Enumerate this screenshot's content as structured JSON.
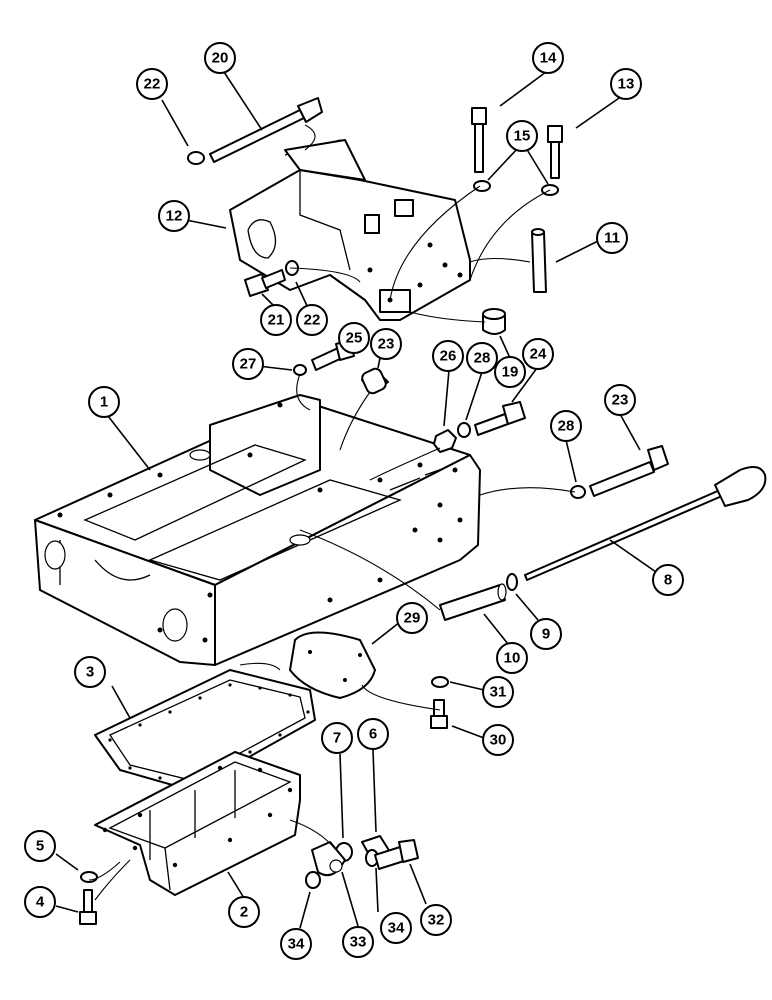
{
  "diagram": {
    "callouts": [
      {
        "id": "c1",
        "label": "1"
      },
      {
        "id": "c2",
        "label": "2"
      },
      {
        "id": "c3",
        "label": "3"
      },
      {
        "id": "c4",
        "label": "4"
      },
      {
        "id": "c5",
        "label": "5"
      },
      {
        "id": "c6",
        "label": "6"
      },
      {
        "id": "c7",
        "label": "7"
      },
      {
        "id": "c8",
        "label": "8"
      },
      {
        "id": "c9",
        "label": "9"
      },
      {
        "id": "c10",
        "label": "10"
      },
      {
        "id": "c11",
        "label": "11"
      },
      {
        "id": "c12",
        "label": "12"
      },
      {
        "id": "c13",
        "label": "13"
      },
      {
        "id": "c14",
        "label": "14"
      },
      {
        "id": "c15",
        "label": "15"
      },
      {
        "id": "c19",
        "label": "19"
      },
      {
        "id": "c20",
        "label": "20"
      },
      {
        "id": "c21",
        "label": "21"
      },
      {
        "id": "c22a",
        "label": "22"
      },
      {
        "id": "c22b",
        "label": "22"
      },
      {
        "id": "c23",
        "label": "23"
      },
      {
        "id": "c24",
        "label": "24"
      },
      {
        "id": "c25",
        "label": "25"
      },
      {
        "id": "c26",
        "label": "26"
      },
      {
        "id": "c27",
        "label": "27"
      },
      {
        "id": "c28a",
        "label": "28"
      },
      {
        "id": "c28b",
        "label": "28"
      },
      {
        "id": "c28c",
        "label": "28"
      },
      {
        "id": "c29",
        "label": "29"
      },
      {
        "id": "c30",
        "label": "30"
      },
      {
        "id": "c31",
        "label": "31"
      },
      {
        "id": "c32",
        "label": "32"
      },
      {
        "id": "c33",
        "label": "33"
      },
      {
        "id": "c34a",
        "label": "34"
      },
      {
        "id": "c34b",
        "label": "34"
      }
    ]
  }
}
